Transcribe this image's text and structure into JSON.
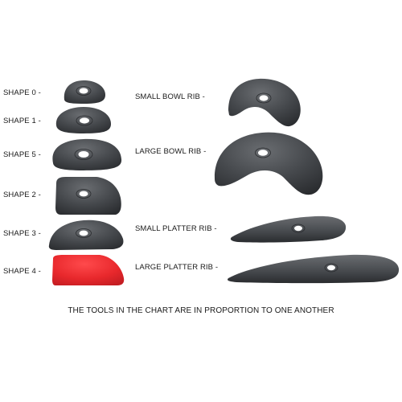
{
  "labels": {
    "shape_0": "SHAPE 0 -",
    "shape_1": "SHAPE 1 -",
    "shape_5": "SHAPE 5 -",
    "shape_2": "SHAPE 2 -",
    "shape_3": "SHAPE 3 -",
    "shape_4": "SHAPE 4 -",
    "small_bowl_rib": "SMALL BOWL RIB -",
    "large_bowl_rib": "LARGE BOWL RIB -",
    "small_platter_rib": "SMALL PLATTER RIB -",
    "large_platter_rib": "LARGE PLATTER RIB -"
  },
  "footer": "THE TOOLS IN THE CHART ARE IN PROPORTION TO ONE ANOTHER",
  "colors": {
    "tool_dark": "#3d3f42",
    "tool_red": "#e8282c",
    "hole": "#ffffff",
    "text": "#1a1a1a"
  }
}
